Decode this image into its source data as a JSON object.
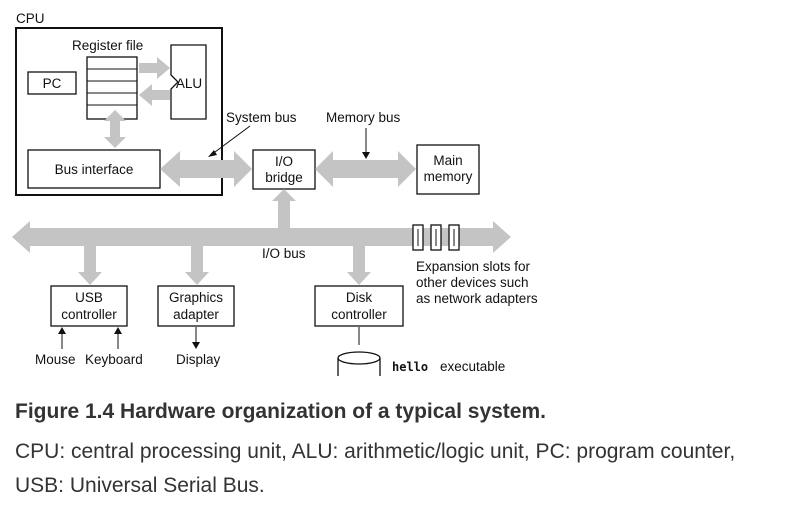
{
  "diagram": {
    "cpu": "CPU",
    "register_file": "Register file",
    "pc": "PC",
    "alu": "ALU",
    "bus_interface": "Bus interface",
    "system_bus": "System bus",
    "memory_bus": "Memory bus",
    "io_bridge_line1": "I/O",
    "io_bridge_line2": "bridge",
    "main_memory_line1": "Main",
    "main_memory_line2": "memory",
    "io_bus": "I/O bus",
    "usb_line1": "USB",
    "usb_line2": "controller",
    "graphics_line1": "Graphics",
    "graphics_line2": "adapter",
    "disk_line1": "Disk",
    "disk_line2": "controller",
    "expansion_line1": "Expansion slots for",
    "expansion_line2": "other devices such",
    "expansion_line3": "as network adapters",
    "mouse": "Mouse",
    "keyboard": "Keyboard",
    "display": "Display",
    "hello": "hello",
    "executable": "executable"
  },
  "caption": {
    "title": "Figure 1.4 Hardware organization of a typical system.",
    "text": "CPU: central processing unit, ALU: arithmetic/logic unit, PC: program counter, USB: Universal Serial Bus."
  }
}
